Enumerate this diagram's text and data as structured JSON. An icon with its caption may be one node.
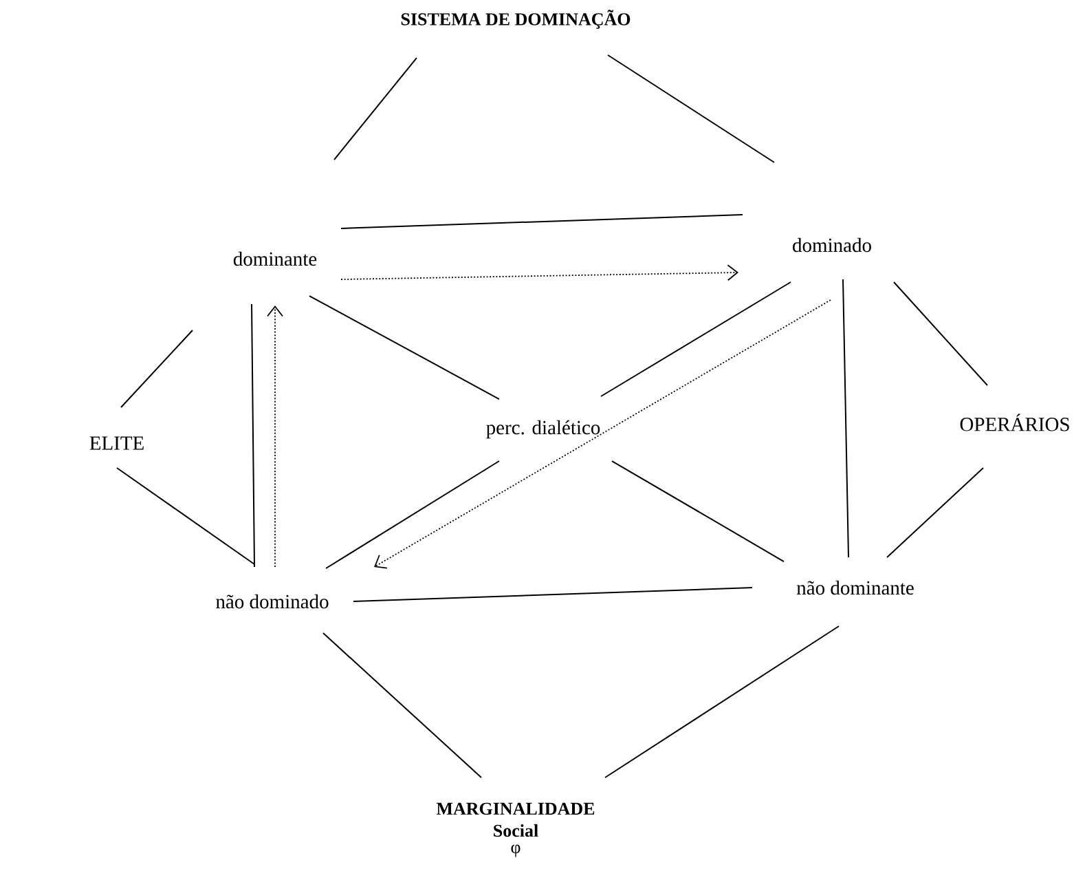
{
  "diagram": {
    "nodes": [
      {
        "text": [
          "SISTEMA DE DOMINAÇÃO"
        ]
      },
      {
        "text": [
          "dominante"
        ]
      },
      {
        "text": [
          "dominado"
        ]
      },
      {
        "text": [
          "ELITE"
        ]
      },
      {
        "text": [
          "perc. dialético"
        ]
      },
      {
        "text": [
          "OPERÁRIOS"
        ]
      },
      {
        "text": [
          "não dominado"
        ]
      },
      {
        "text": [
          "não dominante"
        ]
      },
      {
        "text": [
          "MARGINALIDADE Social",
          "φ"
        ]
      }
    ],
    "edges": [
      {
        "from": 0,
        "to": 1,
        "arrow": "none"
      },
      {
        "from": 0,
        "to": 2,
        "arrow": "none"
      },
      {
        "from": 1,
        "to": 2,
        "arrow": "none"
      },
      {
        "from": 1,
        "to": 2,
        "arrow": "to",
        "style": "dashed"
      },
      {
        "from": 1,
        "to": 3,
        "arrow": "none"
      },
      {
        "from": 3,
        "to": 6,
        "arrow": "none"
      },
      {
        "from": 1,
        "to": 6,
        "arrow": "none"
      },
      {
        "from": 6,
        "to": 1,
        "arrow": "to",
        "style": "dashed"
      },
      {
        "from": 1,
        "to": 4,
        "arrow": "none"
      },
      {
        "from": 4,
        "to": 2,
        "arrow": "none"
      },
      {
        "from": 2,
        "to": 6,
        "arrow": "to",
        "style": "dashed"
      },
      {
        "from": 4,
        "to": 6,
        "arrow": "none"
      },
      {
        "from": 4,
        "to": 7,
        "arrow": "none"
      },
      {
        "from": 2,
        "to": 5,
        "arrow": "none"
      },
      {
        "from": 2,
        "to": 7,
        "arrow": "none"
      },
      {
        "from": 5,
        "to": 7,
        "arrow": "none"
      },
      {
        "from": 6,
        "to": 7,
        "arrow": "none"
      },
      {
        "from": 6,
        "to": 8,
        "arrow": "none"
      },
      {
        "from": 7,
        "to": 8,
        "arrow": "none"
      }
    ]
  }
}
